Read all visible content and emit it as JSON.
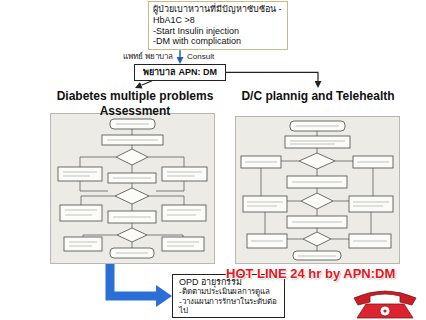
{
  "diagram": {
    "nodes": [
      {
        "text": [
          "ผู้ป่วยเบาหวานที่มีปัญหาซับซ้อน -HbA1C >8",
          "-Start Insulin injection",
          "-DM with complication"
        ]
      },
      {
        "text": [
          "พยาบาล APN: DM"
        ]
      },
      {
        "text": [
          "Diabetes multiple problems Assessment"
        ]
      },
      {
        "text": [
          "D/C plannig and Telehealth"
        ]
      },
      {
        "text": [
          "OPD อายุรกรรม",
          "-ติดตามประเมินผลการดูแล",
          "-วางแผนการรักษาในระดับต่อไป"
        ]
      }
    ],
    "edges": [
      {
        "from": 0,
        "to": 1,
        "arrow": "to",
        "label": "Consult"
      },
      {
        "from": 1,
        "to": 2,
        "arrow": "to"
      },
      {
        "from": 1,
        "to": 3,
        "arrow": "to"
      },
      {
        "from": 2,
        "to": 4,
        "arrow": "to"
      }
    ],
    "labels": [
      "แพทย์ พยาบาล",
      "HOT LINE 24 hr by APN:DM"
    ]
  }
}
